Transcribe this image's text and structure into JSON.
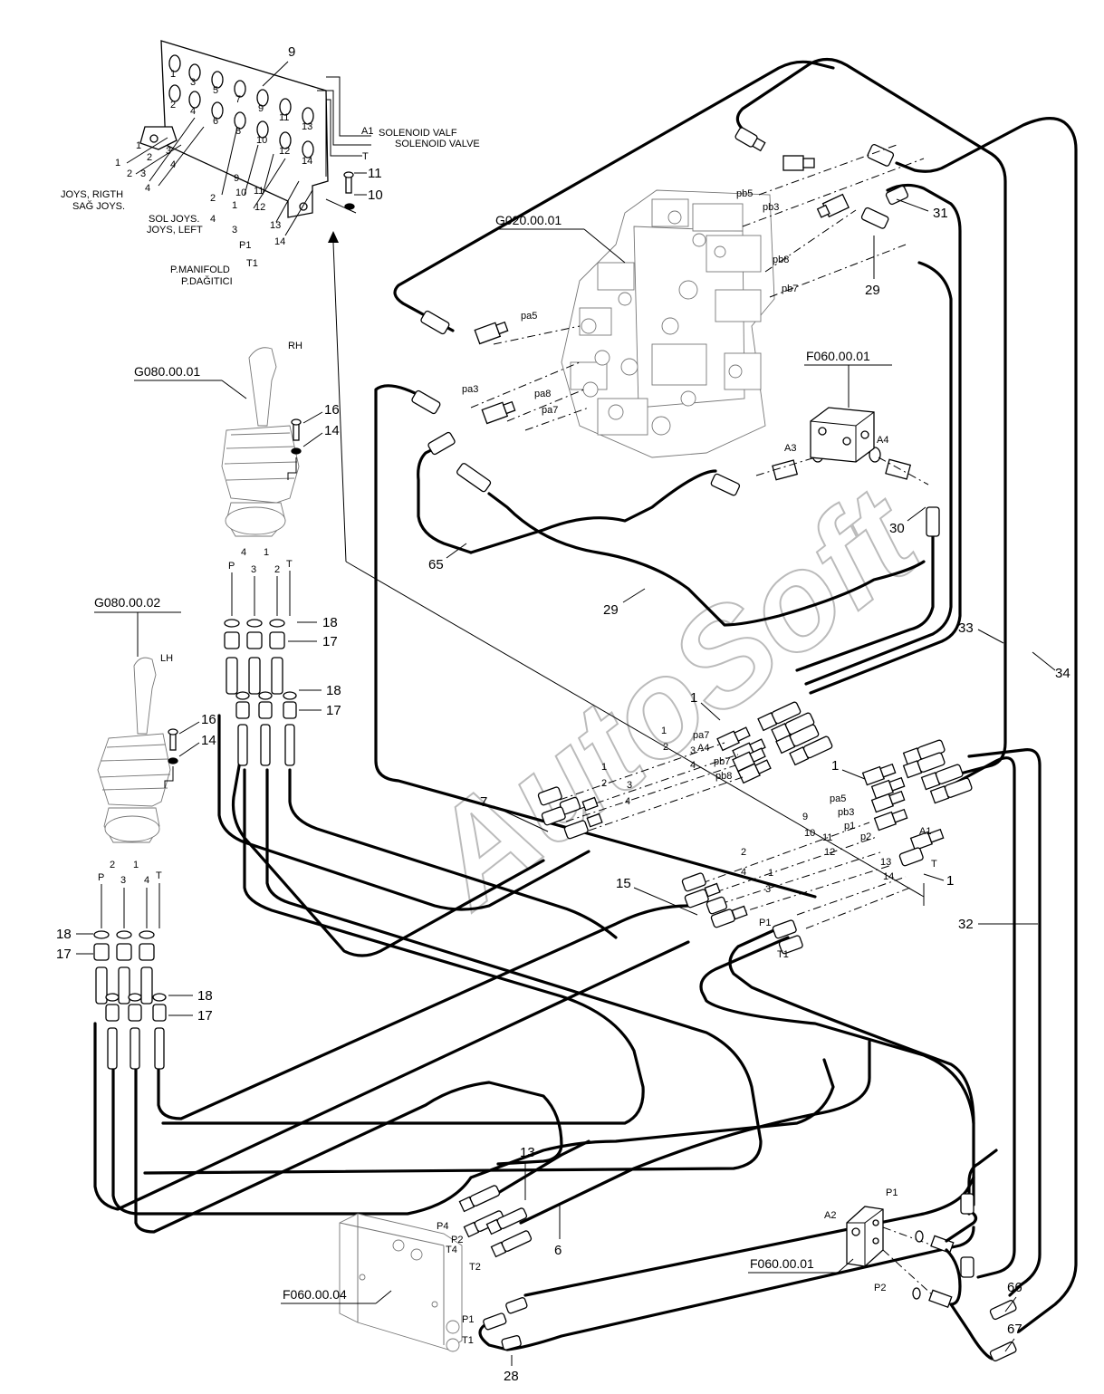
{
  "watermark": "AutoSoft",
  "references": {
    "valve_block": "G020.00.01",
    "joystick_rh": "G080.00.01",
    "joystick_lh": "G080.00.02",
    "solenoid_block_upper": "F060.00.01",
    "solenoid_block_lower": "F060.00.01",
    "p_manifold": "F060.00.04"
  },
  "labels": {
    "rh": "RH",
    "lh": "LH",
    "solenoid_valf": "SOLENOID  VALF",
    "solenoid_valve": "SOLENOID  VALVE",
    "joys_right": "JOYS, RIGTH",
    "sag_joys": "SAĞ JOYS.",
    "sol_joys": "SOL JOYS.",
    "joys_left": "JOYS, LEFT",
    "p_manifold": "P.MANIFOLD",
    "p_dagitici": "P.DAĞITICI"
  },
  "ports": {
    "valve": [
      "pb5",
      "pb3",
      "pb8",
      "pb7",
      "pa5",
      "pa3",
      "pa8",
      "pa7"
    ],
    "block_a": [
      "A3",
      "A4"
    ],
    "joystick": [
      "P",
      "4",
      "1",
      "3",
      "2",
      "T"
    ],
    "panel_a": [
      "pa7",
      "A4",
      "pb7",
      "pb8"
    ],
    "panel_b": [
      "pa5",
      "pb3",
      "p1",
      "p2",
      "A1",
      "T"
    ],
    "panel_c": [
      "P1",
      "T1"
    ],
    "manifold": [
      "P4",
      "P2",
      "T4",
      "T2",
      "P1",
      "T1"
    ],
    "lower_block": [
      "A2",
      "P1",
      "P2"
    ],
    "plate_left": [
      "1",
      "2",
      "3",
      "4",
      "9",
      "10",
      "11",
      "12",
      "13",
      "14",
      "P1",
      "T1",
      "A1",
      "T"
    ],
    "plate_holes": [
      "1",
      "2",
      "3",
      "4",
      "5",
      "6",
      "7",
      "8",
      "9",
      "10",
      "11",
      "12",
      "13",
      "14"
    ]
  },
  "line_numbers": {
    "group_a": [
      "1",
      "2",
      "3",
      "4"
    ],
    "group_b": [
      "9",
      "10",
      "11",
      "12",
      "13",
      "14"
    ],
    "group_c": [
      "2",
      "4",
      "1",
      "3"
    ]
  },
  "callouts": {
    "c9": "9",
    "c11": "11",
    "c10": "10",
    "c16a": "16",
    "c14a": "14",
    "c31": "31",
    "c29a": "29",
    "c30": "30",
    "c65": "65",
    "c29b": "29",
    "c18a": "18",
    "c17a": "17",
    "c18b": "18",
    "c17b": "17",
    "c16b": "16",
    "c14b": "14",
    "c33": "33",
    "c34": "34",
    "c1a": "1",
    "c1b": "1",
    "c1c": "1",
    "c7": "7",
    "c15": "15",
    "c32": "32",
    "c18c": "18",
    "c17c": "17",
    "c18d": "18",
    "c17d": "17",
    "c13": "13",
    "c6": "6",
    "c28": "28",
    "c66": "66",
    "c67": "67"
  }
}
